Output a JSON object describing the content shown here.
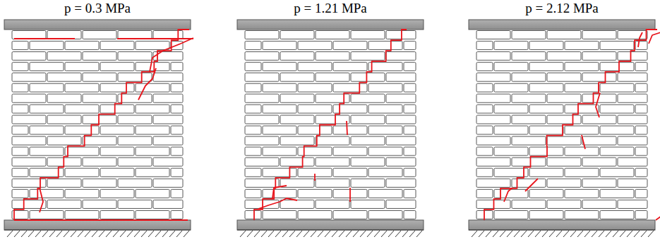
{
  "diagram": {
    "labels": [
      "p = 0.3 MPa",
      "p = 1.21 MPa",
      "p = 2.12 MPa"
    ]
  }
}
